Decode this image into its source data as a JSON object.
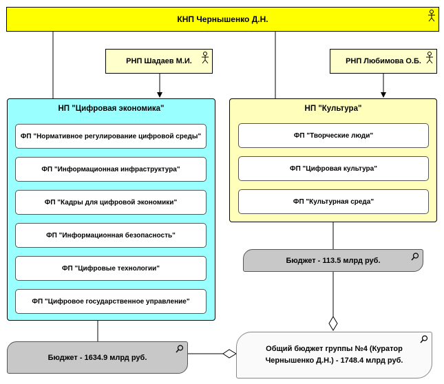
{
  "knp": {
    "label": "КНП Чернышенко Д.Н."
  },
  "rnp": [
    {
      "label": "РНП Шадаев М.И."
    },
    {
      "label": "РНП Любимова О.Б."
    }
  ],
  "np_digital": {
    "title": "НП \"Цифровая экономика\"",
    "fps": [
      "ФП \"Нормативное регулирование цифровой среды\"",
      "ФП \"Информационная инфраструктура\"",
      "ФП \"Кадры для цифровой экономики\"",
      "ФП \"Информационная безопасность\"",
      "ФП \"Цифровые технологии\"",
      "ФП \"Цифровое государственное управление\""
    ]
  },
  "np_culture": {
    "title": "НП \"Культура\"",
    "fps": [
      "ФП \"Творческие люди\"",
      "ФП \"Цифровая культура\"",
      "ФП \"Культурная среда\""
    ]
  },
  "budget_digital": {
    "label": "Бюджет - 1634.9 млрд руб."
  },
  "budget_culture": {
    "label": "Бюджет - 113.5  млрд руб."
  },
  "total_budget": {
    "line1": "Общий бюджет группы №4 (Куратор",
    "line2": "Чернышенко Д.Н.) - 1748.4 млрд руб."
  }
}
